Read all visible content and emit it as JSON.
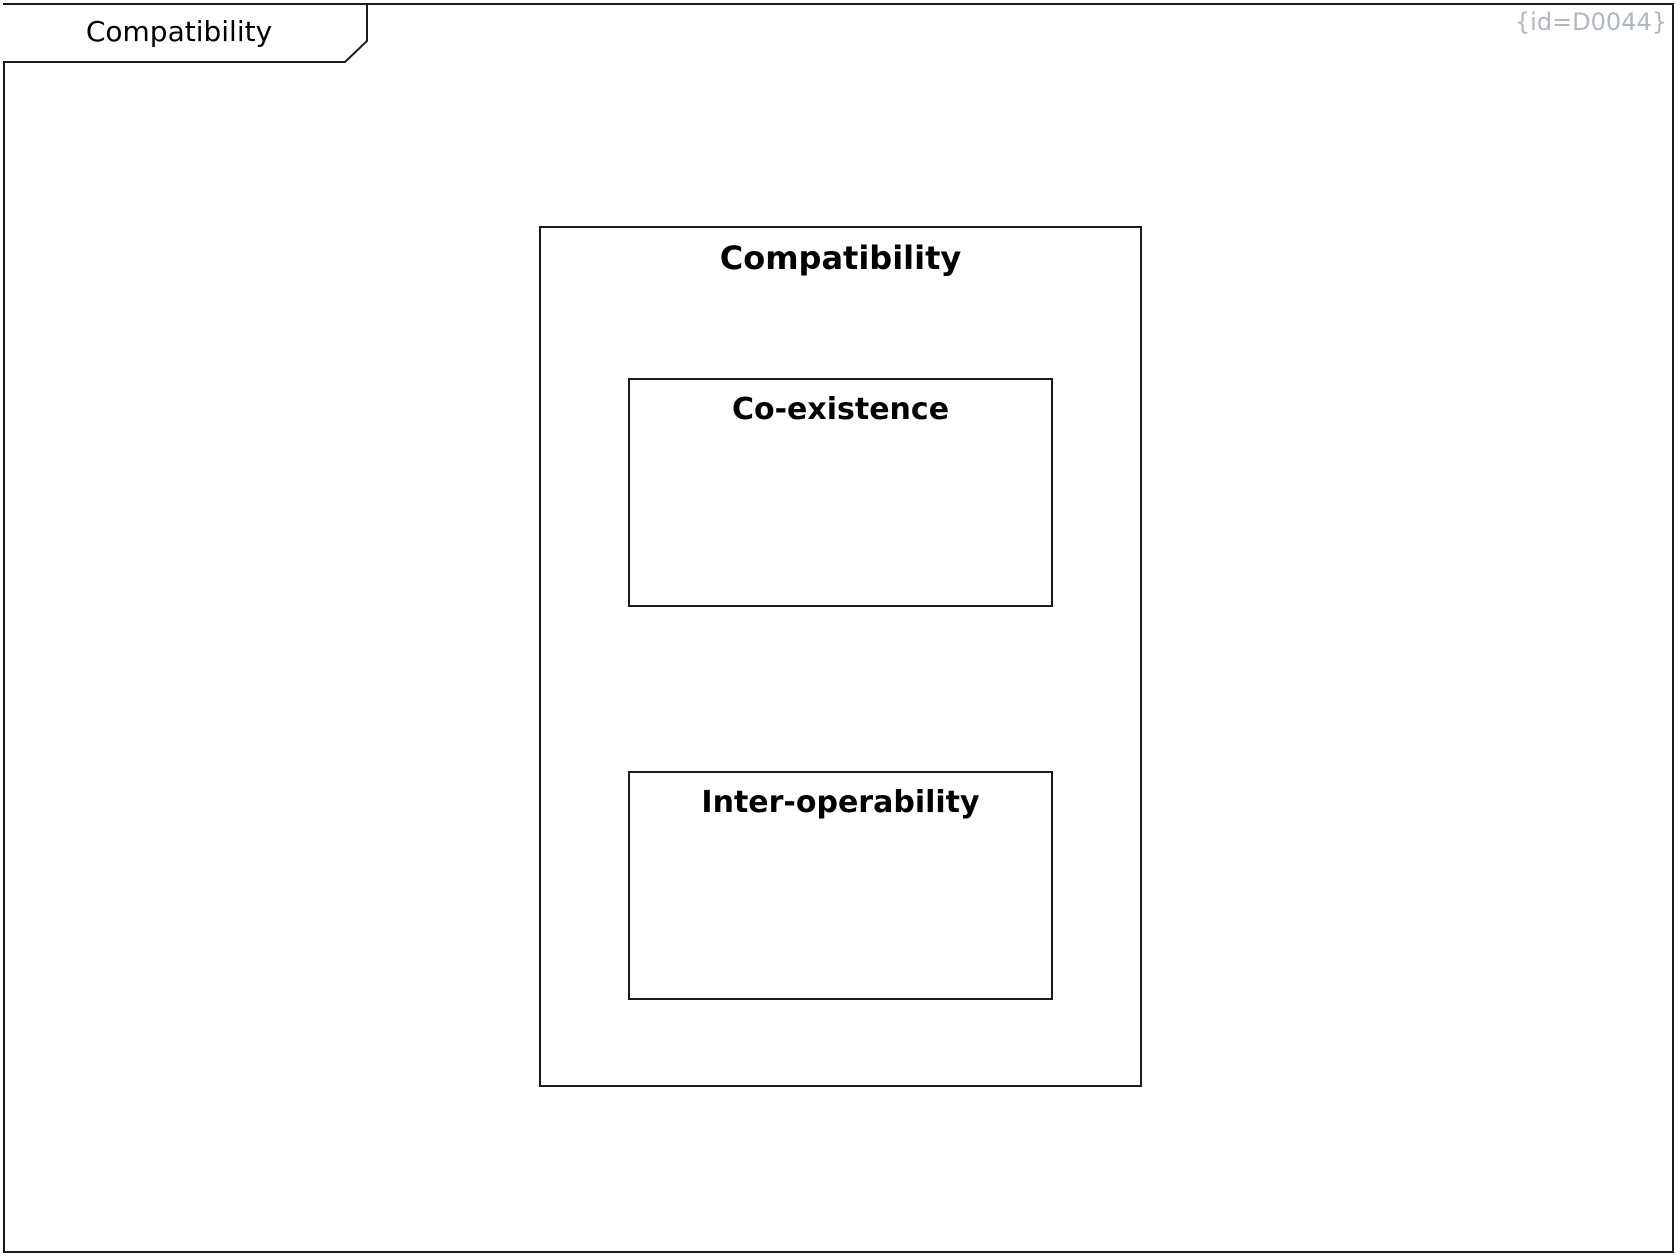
{
  "frame": {
    "tab_label": "Compatibility",
    "id_label": "{id=D0044}"
  },
  "diagram": {
    "package": {
      "title": "Compatibility",
      "children": [
        {
          "title": "Co-existence"
        },
        {
          "title": "Inter-operability"
        }
      ]
    }
  },
  "colors": {
    "line": "#1b1b1b",
    "background": "#ffffff",
    "text": "#000000",
    "id_text": "#b0b7bd"
  }
}
